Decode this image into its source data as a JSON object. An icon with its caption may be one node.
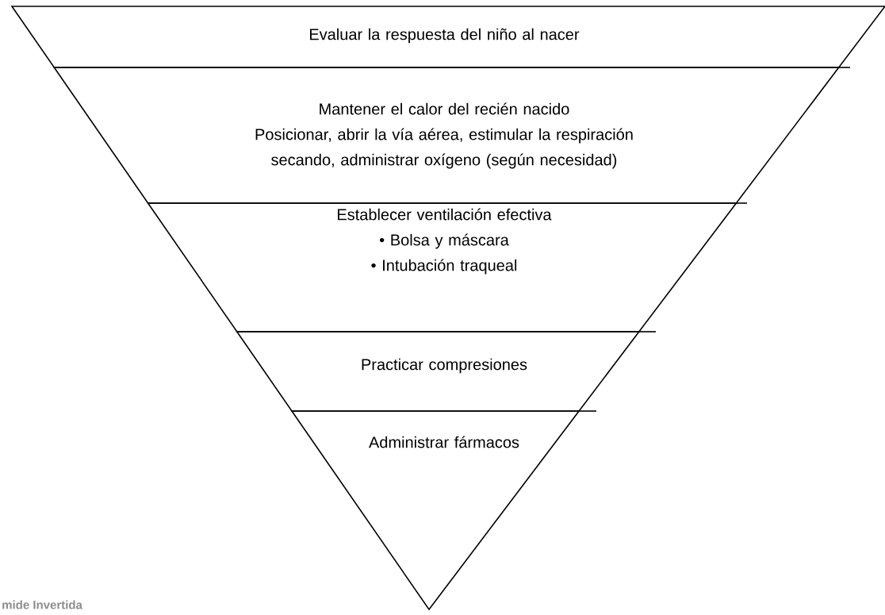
{
  "diagram": {
    "nodes": [
      {
        "text": [
          "Evaluar la respuesta del niño al nacer"
        ]
      },
      {
        "text": [
          "Mantener el calor del recién nacido",
          "Posicionar, abrir la vía aérea, estimular la respiración secando, administrar oxígeno (según necesidad)"
        ]
      },
      {
        "text": [
          "Establecer ventilación efectiva",
          "• Bolsa y máscara",
          "• Intubación traqueal"
        ]
      },
      {
        "text": [
          "Practicar compresiones"
        ]
      },
      {
        "text": [
          "Administrar fármacos"
        ]
      }
    ],
    "labels": [
      "mide Invertida"
    ]
  }
}
